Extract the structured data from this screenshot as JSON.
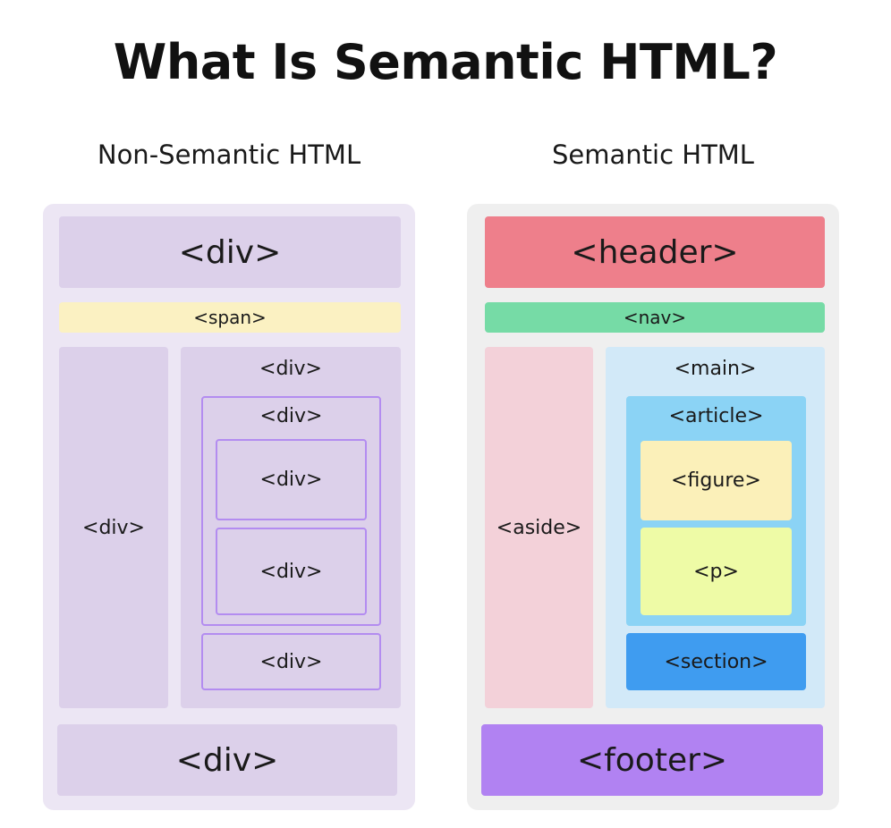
{
  "title": "What Is Semantic HTML?",
  "colors": {
    "left_panel": "#ece6f4",
    "left_box": "#dcd0ea",
    "left_span": "#fbf1c2",
    "left_outline": "#b38cf0",
    "right_panel": "#efefef",
    "header": "#ee7f8b",
    "nav": "#76dba6",
    "aside": "#f3d1d9",
    "main": "#d2e9f8",
    "article": "#8bd3f5",
    "figure": "#fbf0b9",
    "p": "#eefba6",
    "section": "#3f9cf0",
    "footer": "#b182f2"
  },
  "non_semantic": {
    "heading": "Non-Semantic HTML",
    "top_div": "<div>",
    "span": "<span>",
    "side_div": "<div>",
    "outer_div": "<div>",
    "inner_div": "<div>",
    "inner_div_a": "<div>",
    "inner_div_b": "<div>",
    "bottom_inner_div": "<div>",
    "footer_div": "<div>"
  },
  "semantic": {
    "heading": "Semantic HTML",
    "header": "<header>",
    "nav": "<nav>",
    "aside": "<aside>",
    "main": "<main>",
    "article": "<article>",
    "figure": "<figure>",
    "p": "<p>",
    "section": "<section>",
    "footer": "<footer>"
  }
}
